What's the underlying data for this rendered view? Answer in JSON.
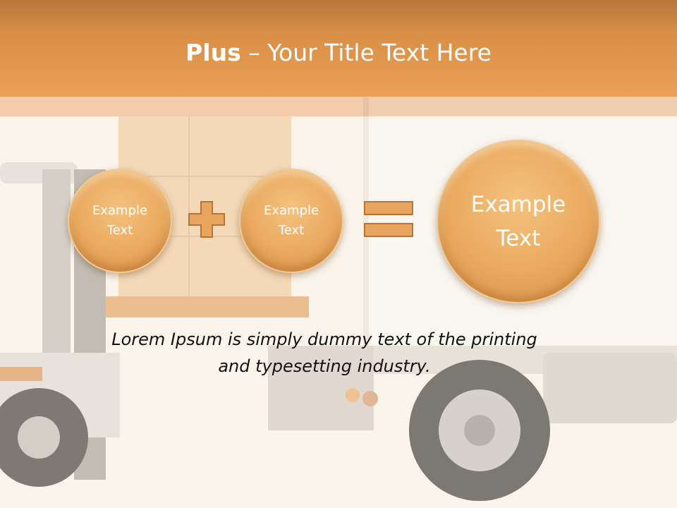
{
  "title": {
    "bold": "Plus",
    "rest": " – Your Title Text Here"
  },
  "circles": [
    {
      "line1": "Example",
      "line2": "Text"
    },
    {
      "line1": "Example",
      "line2": "Text"
    },
    {
      "line1": "Example",
      "line2": "Text"
    }
  ],
  "operators": {
    "plus": "plus-icon",
    "equals": "equals-icon"
  },
  "body": {
    "line1": "Lorem Ipsum is simply dummy text of the printing",
    "line2": "and typesetting industry."
  },
  "colors": {
    "accent": "#e9a45e",
    "title_bar": "#d98f45",
    "text_white": "#ffffff"
  }
}
